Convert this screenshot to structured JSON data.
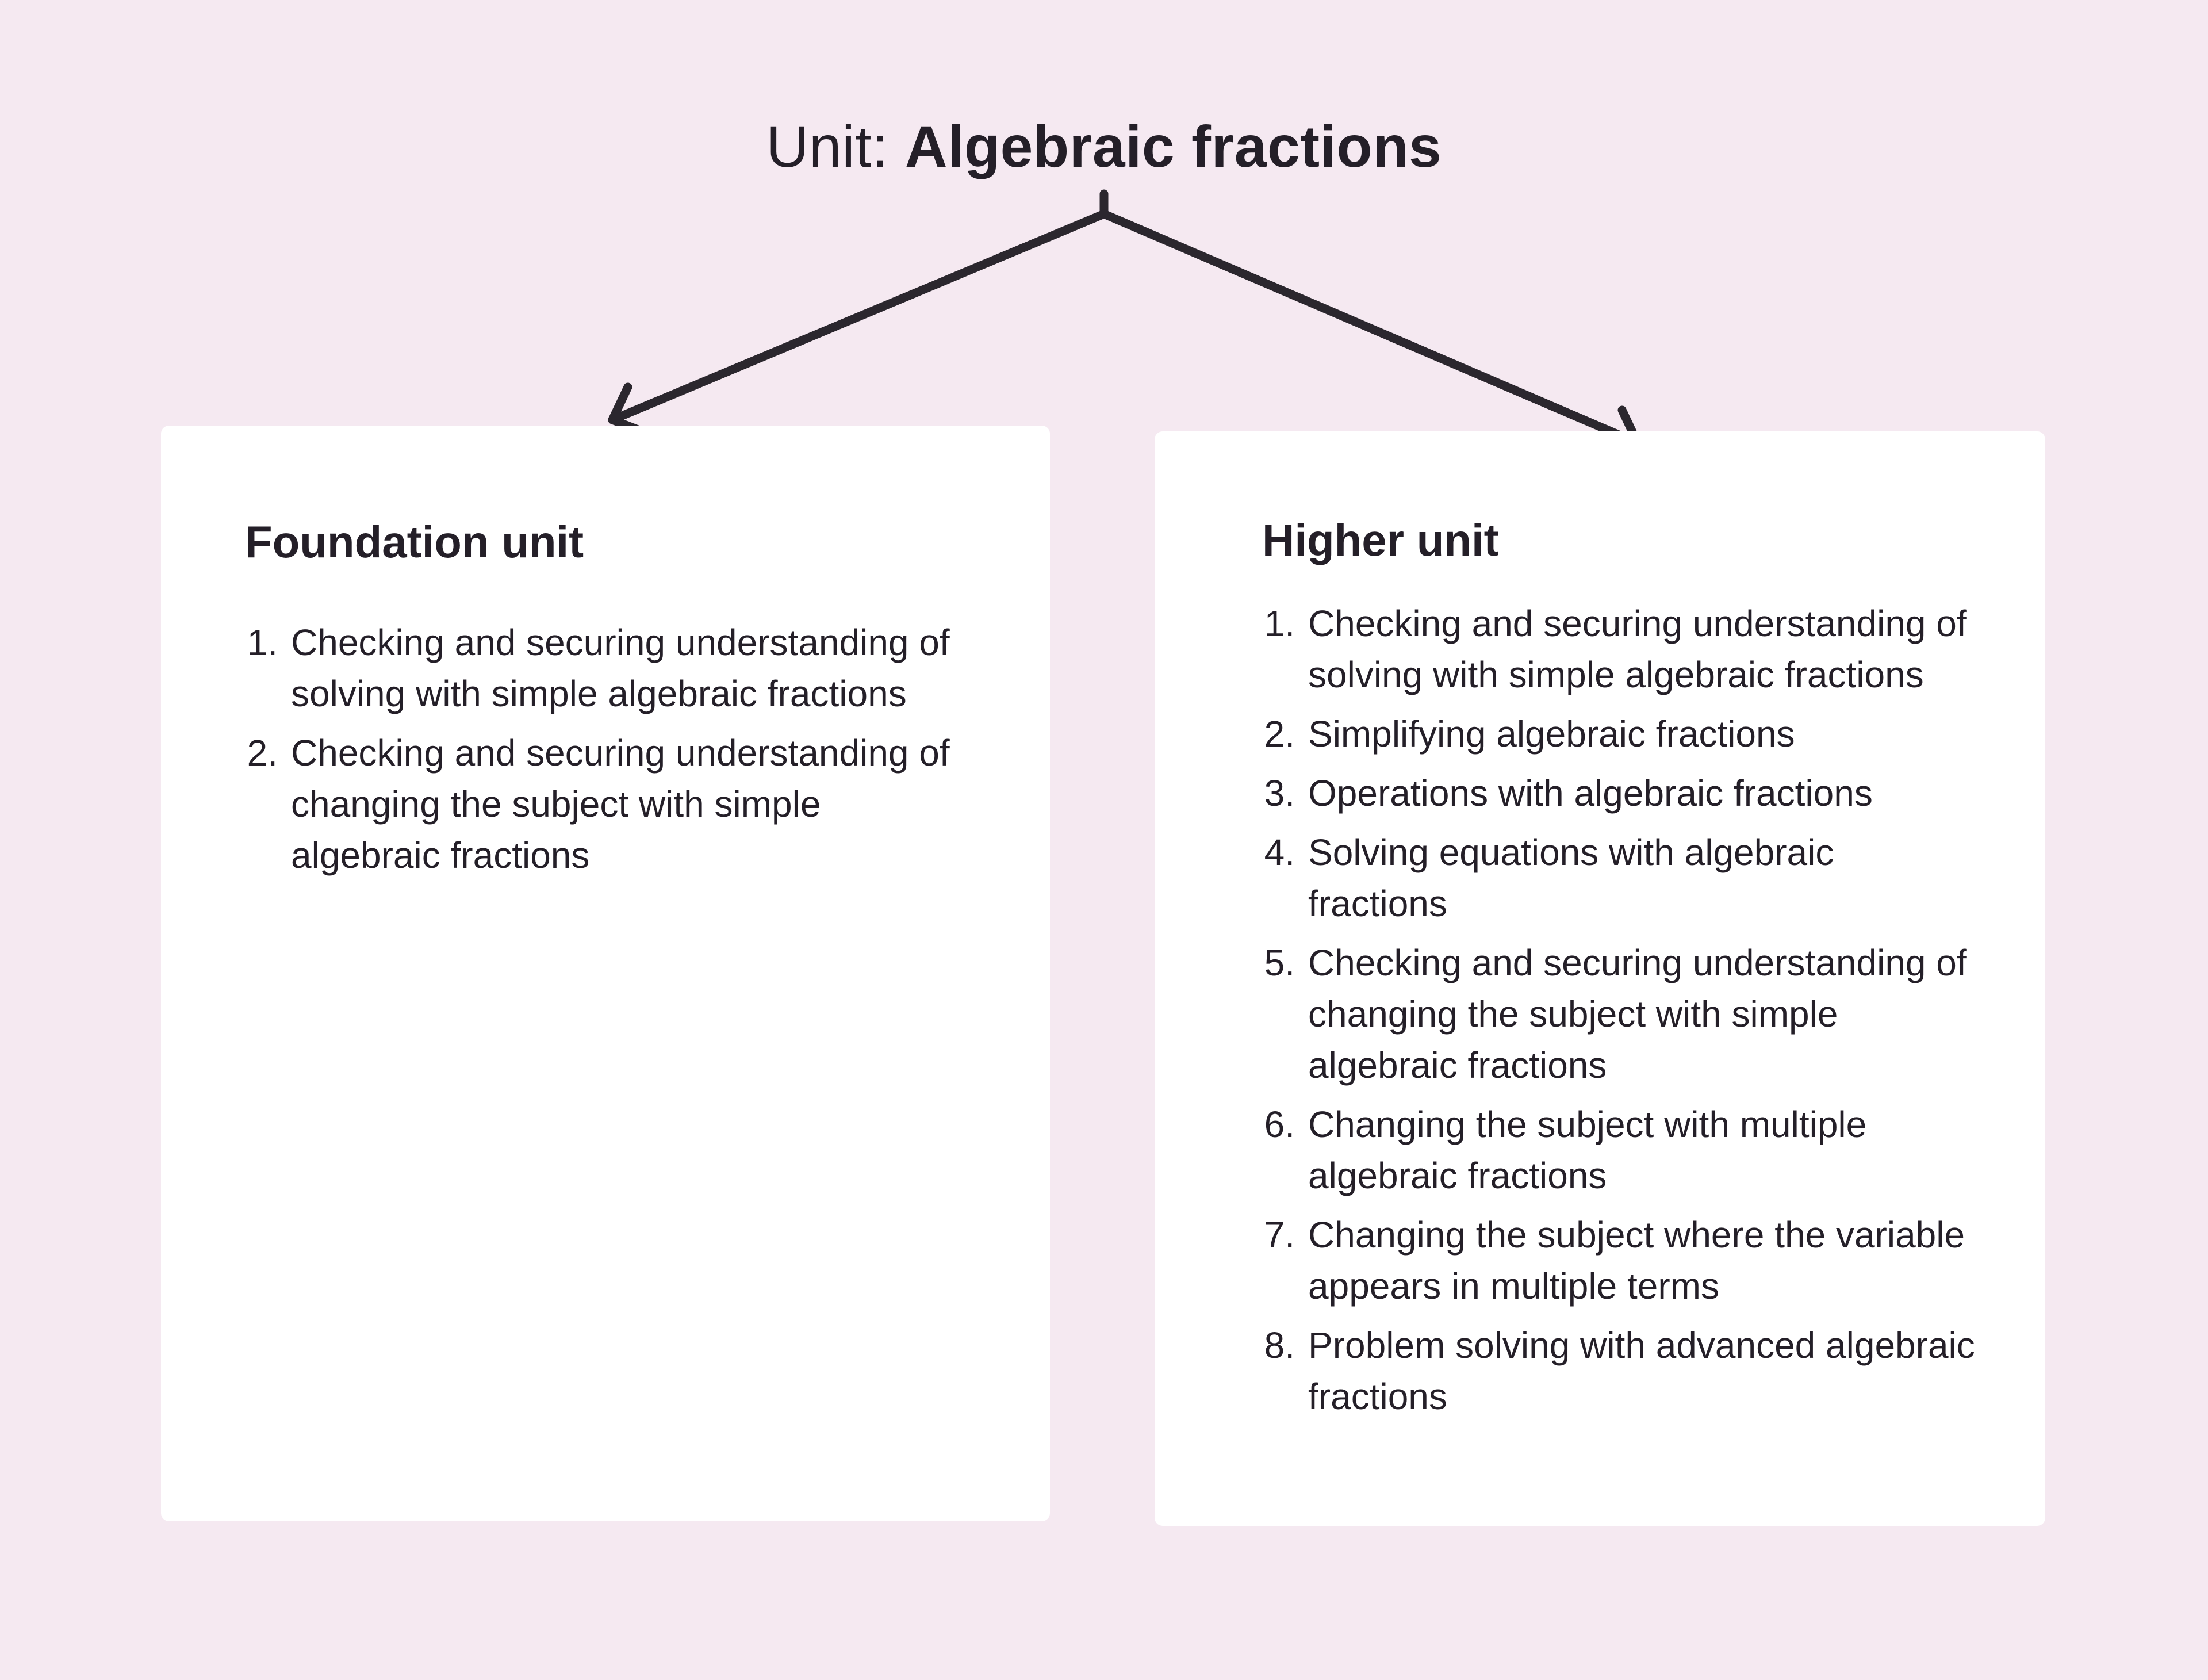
{
  "page": {
    "background_color": "#f5e9f1",
    "card_color": "#ffffff",
    "text_color": "#241f28",
    "arrow_color": "#2b272e"
  },
  "title": {
    "prefix": "Unit: ",
    "name": "Algebraic fractions"
  },
  "cards": [
    {
      "id": "foundation",
      "heading": "Foundation unit",
      "items": [
        {
          "number": "1.",
          "lines": [
            "Checking and securing understanding of",
            "solving with simple algebraic fractions"
          ]
        },
        {
          "number": "2.",
          "lines": [
            "Checking and securing understanding of",
            "changing the subject with simple",
            "algebraic fractions"
          ]
        }
      ]
    },
    {
      "id": "higher",
      "heading": "Higher unit",
      "items": [
        {
          "number": "1.",
          "lines": [
            "Checking and securing understanding of",
            "solving with simple algebraic fractions"
          ]
        },
        {
          "number": "2.",
          "lines": [
            "Simplifying algebraic fractions"
          ]
        },
        {
          "number": "3.",
          "lines": [
            "Operations with algebraic fractions"
          ]
        },
        {
          "number": "4.",
          "lines": [
            "Solving equations with algebraic",
            "fractions"
          ]
        },
        {
          "number": "5.",
          "lines": [
            "Checking and securing understanding of",
            "changing the subject with simple",
            "algebraic fractions"
          ]
        },
        {
          "number": "6.",
          "lines": [
            "Changing the subject with multiple",
            "algebraic fractions"
          ]
        },
        {
          "number": "7.",
          "lines": [
            "Changing the subject where the variable",
            "appears in multiple terms"
          ]
        },
        {
          "number": "8.",
          "lines": [
            "Problem solving with advanced algebraic",
            "fractions"
          ]
        }
      ]
    }
  ]
}
